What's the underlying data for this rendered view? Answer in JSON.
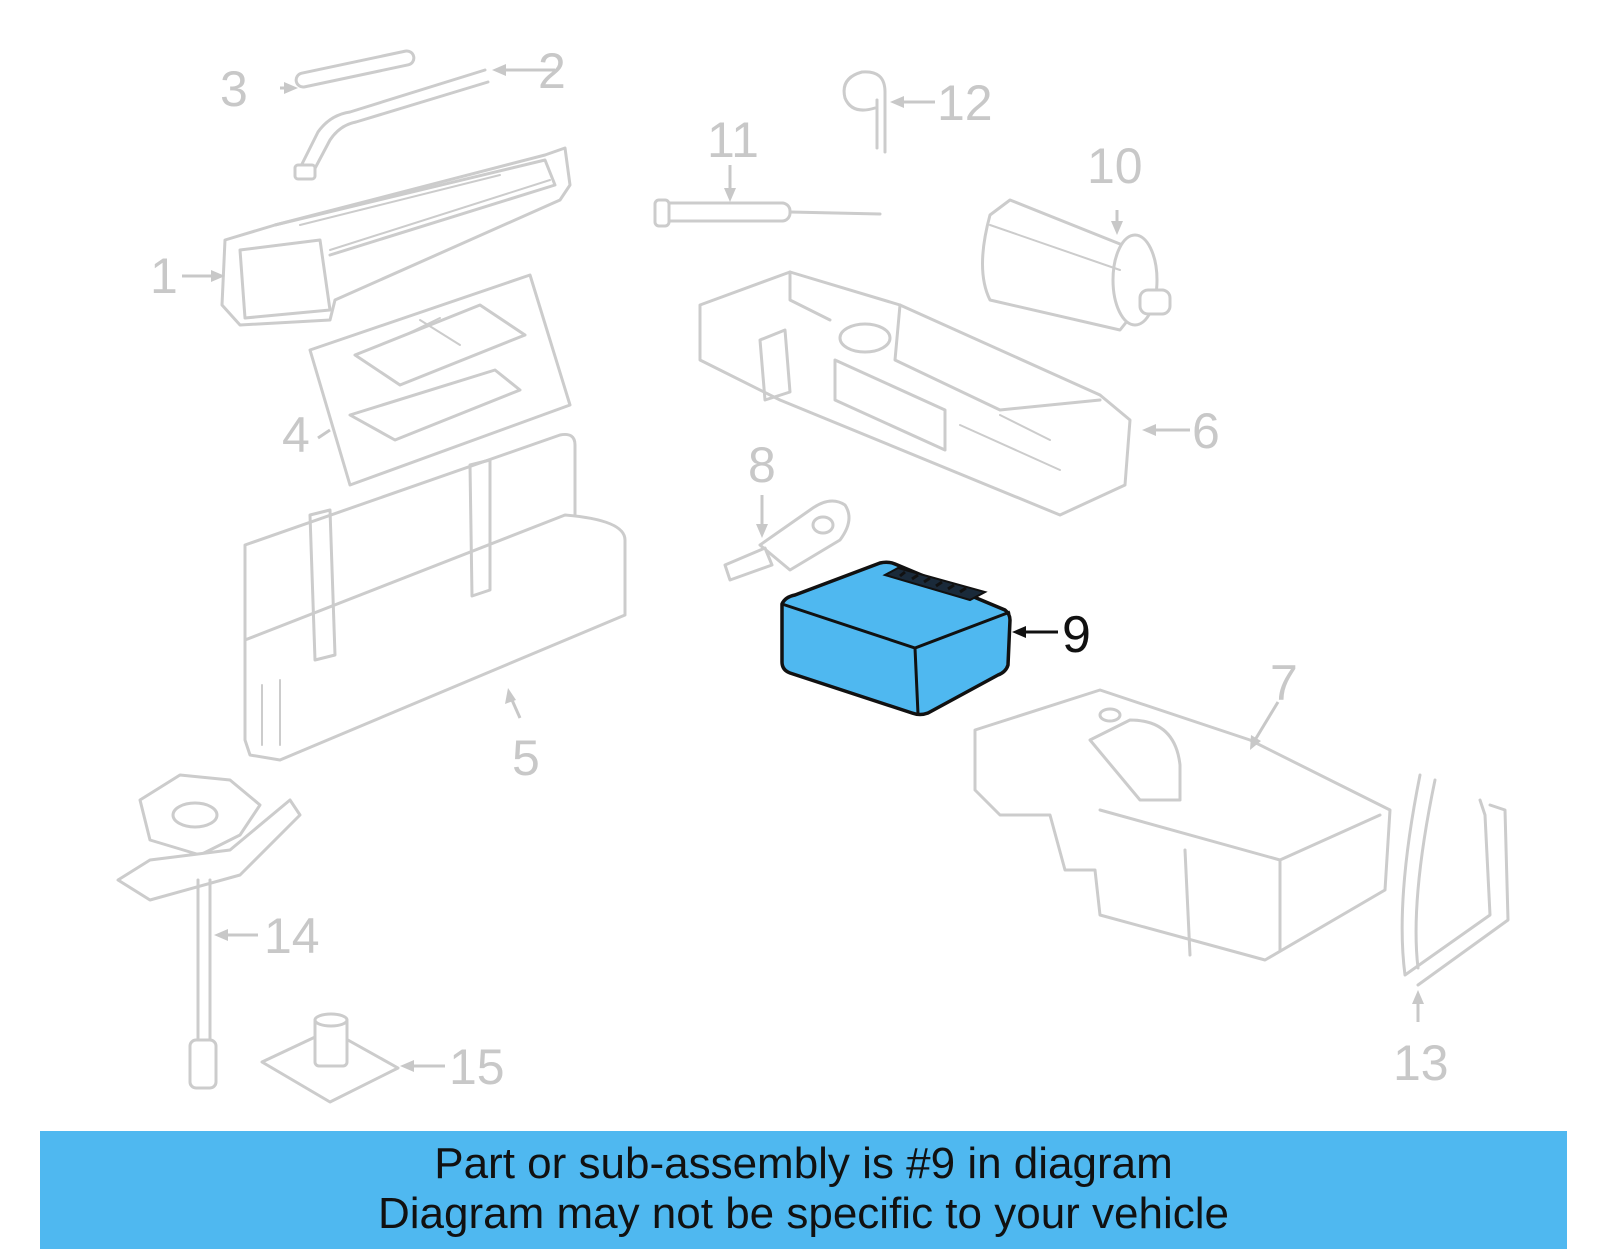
{
  "diagram": {
    "highlight_color": "#4fb8f0",
    "highlighted_part": "9",
    "callouts": [
      "1",
      "2",
      "3",
      "4",
      "5",
      "6",
      "7",
      "8",
      "9",
      "10",
      "11",
      "12",
      "13",
      "14",
      "15"
    ]
  },
  "banner": {
    "line1": "Part or sub-assembly is #9 in diagram",
    "line2": "Diagram may not be specific to your vehicle",
    "background": "#4fb8f0"
  }
}
